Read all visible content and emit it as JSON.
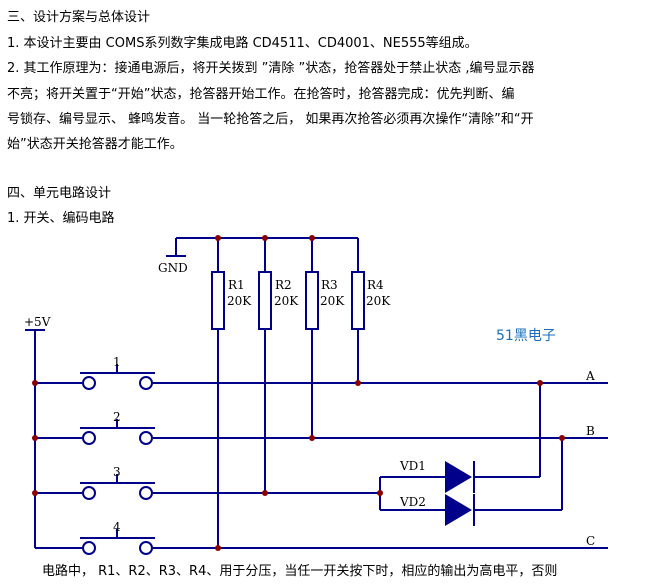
{
  "doc": {
    "heading3": "三、设计方案与总体设计",
    "para1": "1. 本设计主要由    COMS系列数字集成电路    CD4511、CD4001、NE555等组成。",
    "para2_line1": "2. 其工作原理为：接通电源后，将开关拨到      ”清除 ”状态，抢答器处于禁止状态     ,编号显示器",
    "para2_line2": "不亮；将开关置于“开始”状态，抢答器开始工作。在抢答时，抢答器完成：优先判断、编",
    "para2_line3": "号锁存、编号显示、 蜂鸣发音。 当一轮抢答之后，  如果再次抢答必须再次操作“清除”和“开",
    "para2_line4": "始”状态开关抢答器才能工作。",
    "heading4": "四、单元电路设计",
    "sub1": "1. 开关、编码电路",
    "caption": "电路中，  R1、R2、R3、R4、用于分压，当任一开关按下时，相应的输出为高电平，否则"
  },
  "schematic": {
    "gnd": "GND",
    "vcc": "+5V",
    "resistors": [
      {
        "name": "R1",
        "value": "20K"
      },
      {
        "name": "R2",
        "value": "20K"
      },
      {
        "name": "R3",
        "value": "20K"
      },
      {
        "name": "R4",
        "value": "20K"
      }
    ],
    "switches": [
      "1",
      "2",
      "3",
      "4"
    ],
    "outputs": [
      "A",
      "B",
      "C"
    ],
    "diodes": [
      "VD1",
      "VD2"
    ],
    "watermark": "51黑电子",
    "colors": {
      "wire": "#00008b",
      "text": "#000000",
      "watermark": "#1a6fb8"
    }
  }
}
